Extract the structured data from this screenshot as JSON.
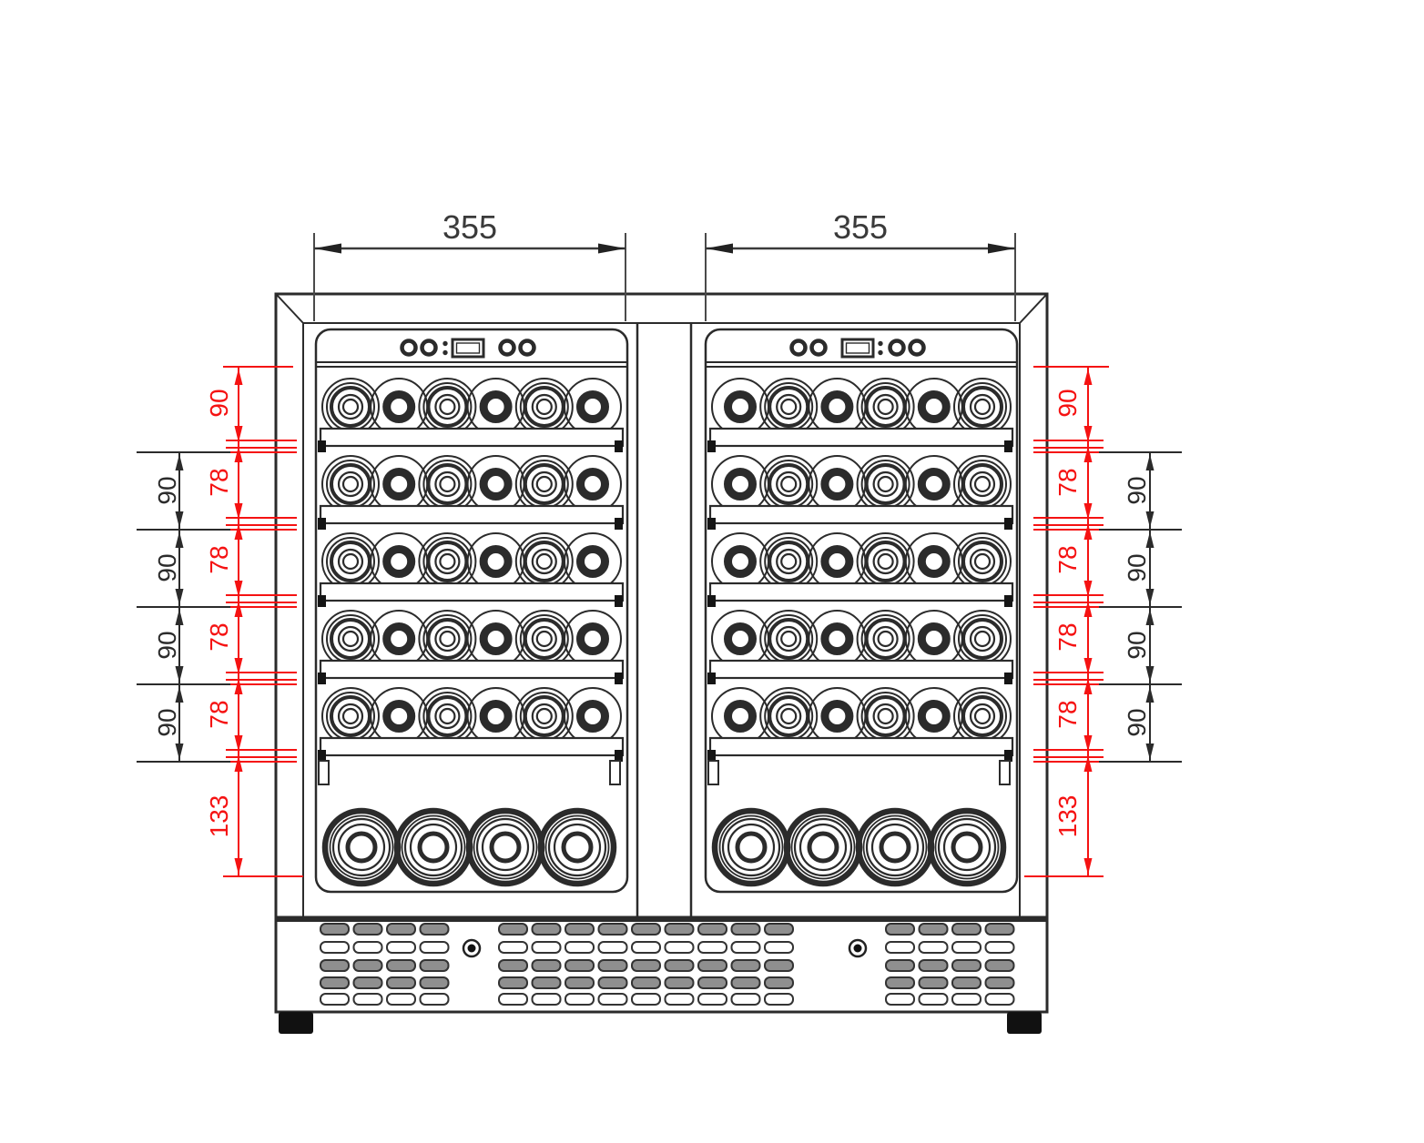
{
  "diagram": {
    "kind": "technical-drawing",
    "subject": "dual-door wine cooler front elevation with shelf spacing dimensions"
  },
  "colors": {
    "line": "#2b2b2b",
    "dim_red": "#f51212",
    "dim_black": "#2b2b2b",
    "vent_fill": "#8f8f8f",
    "background": "#ffffff"
  },
  "dims": {
    "top": [
      "355",
      "355"
    ],
    "left_red": [
      "90",
      "78",
      "78",
      "78",
      "78",
      "133"
    ],
    "left_black": [
      "90",
      "90",
      "90",
      "90"
    ],
    "right_red": [
      "90",
      "78",
      "78",
      "78",
      "78",
      "133"
    ],
    "right_black": [
      "90",
      "90",
      "90",
      "90"
    ]
  },
  "cabinet": {
    "doors": [
      {
        "name": "left-door",
        "colon_side": "left",
        "bottle_pattern": [
          "base",
          "neck",
          "base",
          "neck",
          "base",
          "neck"
        ]
      },
      {
        "name": "right-door",
        "colon_side": "right",
        "bottle_pattern": [
          "neck",
          "base",
          "neck",
          "base",
          "neck",
          "base"
        ]
      }
    ],
    "shelf_rows": 5,
    "bottles_per_shelf": 6,
    "large_bottles_per_door": 4,
    "control_buttons_per_side": 2,
    "vent_groups": [
      4,
      9,
      4
    ],
    "vent_rows": 5,
    "vent_row_styles": [
      "filled",
      "outline",
      "filled",
      "filled",
      "outline"
    ]
  }
}
